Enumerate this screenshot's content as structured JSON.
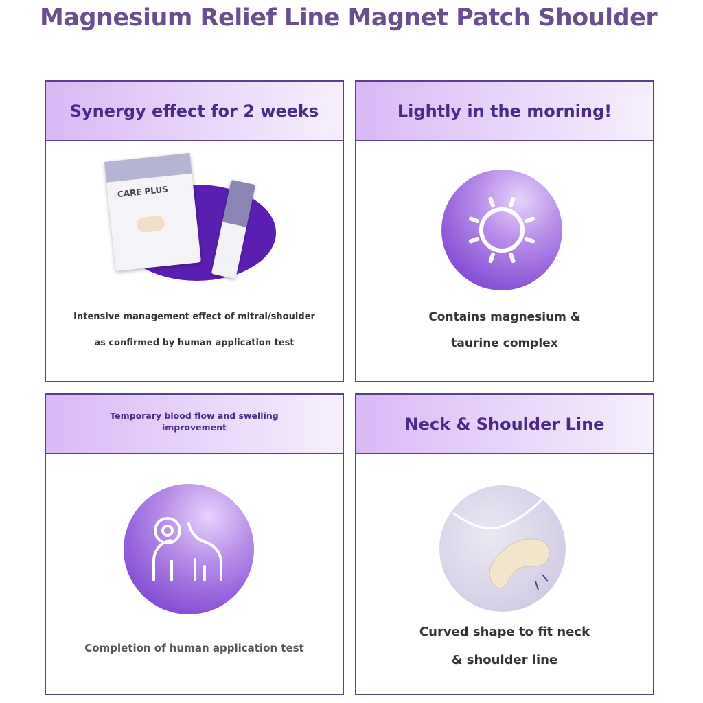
{
  "title": "Magnesium Relief Line Magnet Patch Shoulder",
  "cards": [
    {
      "header": "Synergy effect for 2 weeks",
      "caption_line1": "Intensive management effect of mitral/shoulder",
      "caption_line2": "as confirmed by human application test",
      "brand": "CARE PLUS"
    },
    {
      "header": "Lightly in the morning!",
      "caption_line1": "Contains magnesium &",
      "caption_line2": "taurine complex"
    },
    {
      "header_line1": "Temporary blood flow and swelling",
      "header_line2": "improvement",
      "caption_line1": "Completion of human application test"
    },
    {
      "header": "Neck & Shoulder Line",
      "caption_line1": "Curved shape to fit neck",
      "caption_line2": "& shoulder line"
    }
  ],
  "colors": {
    "accent": "#4a2a86",
    "border": "#5a3f8a",
    "circle": "#8a52d6"
  }
}
